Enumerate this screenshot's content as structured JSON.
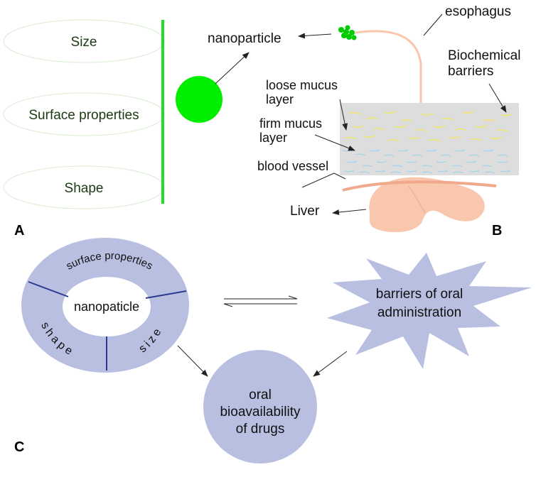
{
  "panel_a": {
    "label": "A",
    "items": [
      "Size",
      "Surface properties",
      "Shape"
    ]
  },
  "panel_b": {
    "label": "B",
    "nanoparticle": "nanoparticle",
    "esophagus": "esophagus",
    "biochemical": [
      "Biochemical",
      "barriers"
    ],
    "loose_mucus": [
      "loose mucus",
      "layer"
    ],
    "firm_mucus": [
      "firm mucus",
      "layer"
    ],
    "blood_vessel": "blood vessel",
    "liver": "Liver"
  },
  "panel_c": {
    "label": "C",
    "ring_center": "nanopaticle",
    "ring_segments": [
      "surface properties",
      "shape",
      "size"
    ],
    "barriers": [
      "barriers of oral",
      "administration"
    ],
    "bioavailability": [
      "oral",
      "bioavailability",
      "of drugs"
    ]
  },
  "colors": {
    "green": "#00e600",
    "lavender": "#b8bfe0",
    "divider": "#2b3a8f",
    "skin": "#f8c7ad",
    "mucus_gray": "#dcdcdc"
  }
}
